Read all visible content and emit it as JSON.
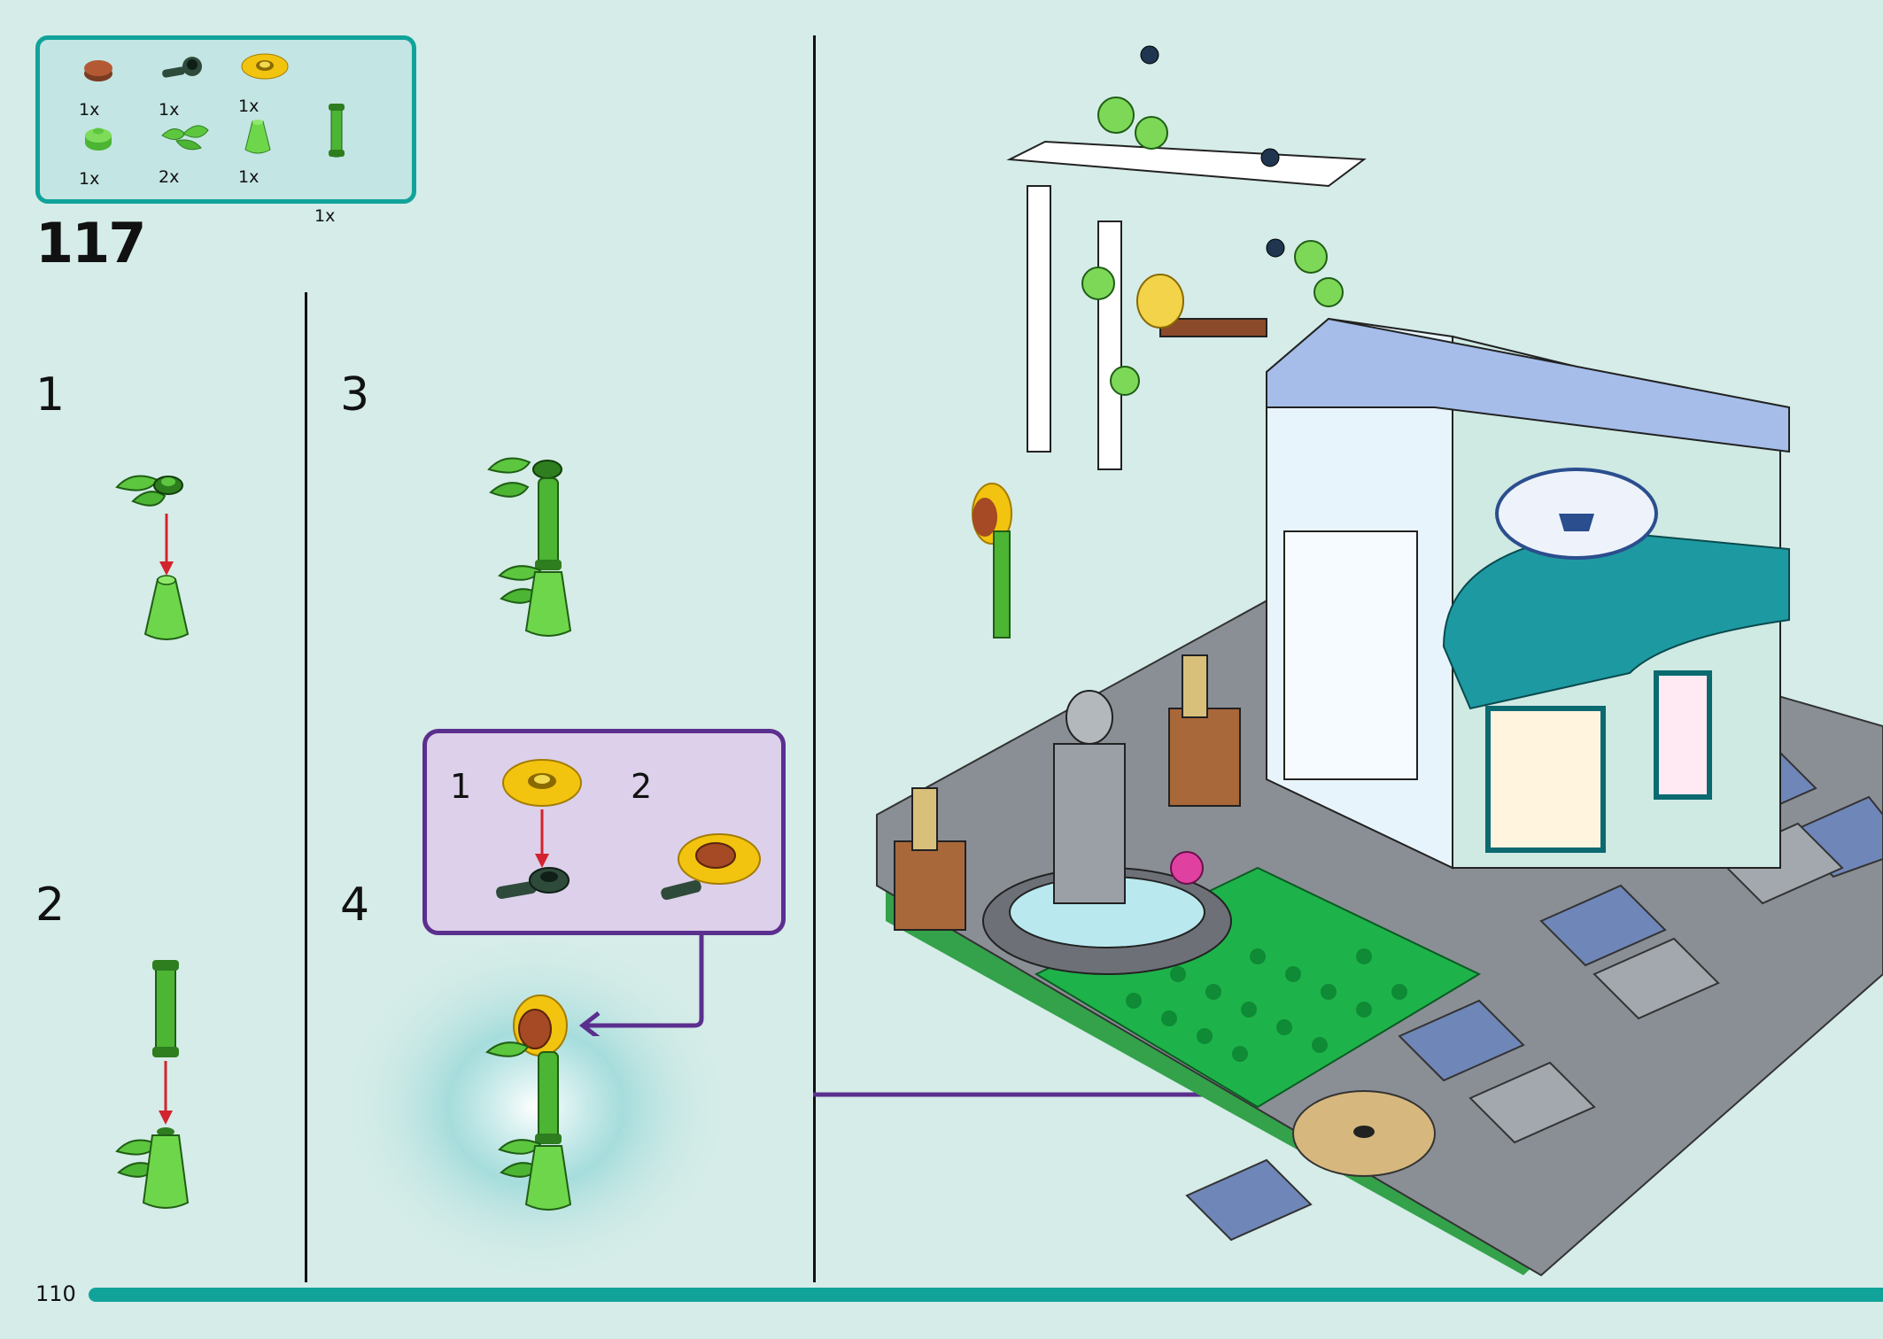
{
  "parts_list": {
    "row1": [
      {
        "icon": "brown-round-tile-icon",
        "qty": "1x"
      },
      {
        "icon": "dark-green-bar-holder-icon",
        "qty": "1x"
      },
      {
        "icon": "yellow-flower-icon",
        "qty": "1x"
      }
    ],
    "row2": [
      {
        "icon": "green-round-plate-icon",
        "qty": "1x"
      },
      {
        "icon": "green-leaves-icon",
        "qty": "2x"
      },
      {
        "icon": "green-cone-icon",
        "qty": "1x"
      },
      {
        "icon": "green-bar-icon",
        "qty": "1x"
      }
    ]
  },
  "step_number": "117",
  "substeps": {
    "s1": "1",
    "s2": "2",
    "s3": "3",
    "s4": "4"
  },
  "callout": {
    "c1": "1",
    "c2": "2"
  },
  "page_number": "110",
  "colors": {
    "background": "#d5ece8",
    "accent_teal": "#11a39a",
    "callout_purple": "#5b2f8e",
    "callout_fill": "#dcd0ea",
    "arrow_red": "#d3232e"
  }
}
